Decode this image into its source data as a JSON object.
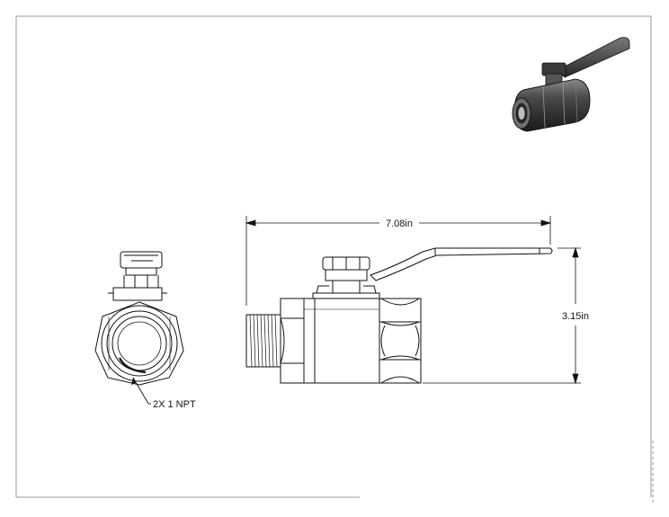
{
  "dimensions": {
    "width_label": "7.08in",
    "height_label": "3.15in"
  },
  "callouts": {
    "thread_note": "2X 1 NPT"
  },
  "colors": {
    "line": "#111111",
    "frame": "#9a9a9a",
    "shade_dark": "#3a3a3a",
    "shade_mid": "#6e6e6e",
    "shade_light": "#a8a8a8"
  }
}
